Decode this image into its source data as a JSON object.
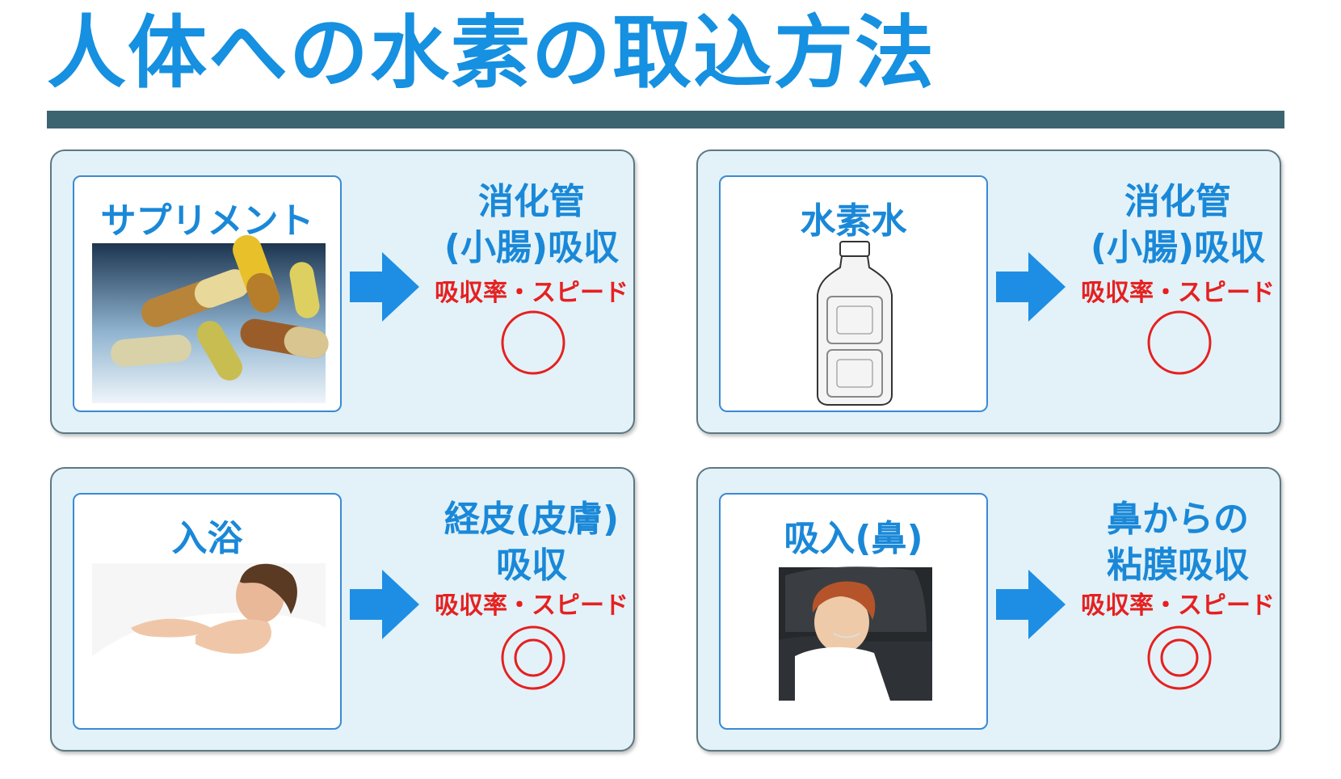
{
  "title": "人体への水素の取込方法",
  "cards": [
    {
      "method": "サプリメント",
      "image": "supplement-capsules-photo",
      "route_lines": [
        "消化管",
        "(小腸)吸収"
      ],
      "speed_label": "吸収率・スピード",
      "rating": "○"
    },
    {
      "method": "水素水",
      "image": "water-bottle-illustration",
      "route_lines": [
        "消化管",
        "(小腸)吸収"
      ],
      "speed_label": "吸収率・スピード",
      "rating": "○"
    },
    {
      "method": "入浴",
      "image": "woman-bathing-photo",
      "route_lines": [
        "経皮(皮膚)",
        "吸収"
      ],
      "speed_label": "吸収率・スピード",
      "rating": "◎"
    },
    {
      "method": "吸入(鼻)",
      "image": "woman-inhaling-photo",
      "route_lines": [
        "鼻からの",
        "粘膜吸収"
      ],
      "speed_label": "吸収率・スピード",
      "rating": "◎"
    }
  ],
  "colors": {
    "title_blue": "#1690e0",
    "rule": "#3c6470",
    "card_bg": "#e2f2f8",
    "arrow": "#1e8ee4",
    "rating_red": "#e62020"
  }
}
